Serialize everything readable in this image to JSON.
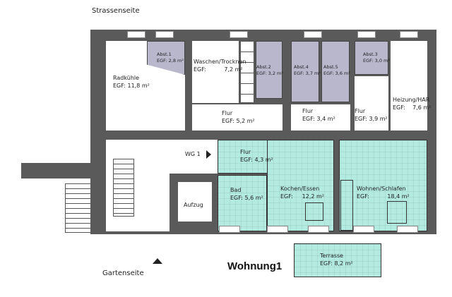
{
  "labels": {
    "street_side": "Strassenseite",
    "garden_side": "Gartenseite",
    "apartment": "Wohnung1",
    "unit_marker": "WG 1"
  },
  "rooms": [
    {
      "name": "Radkühle",
      "area": "EGF: 11,8 m²"
    },
    {
      "name": "Abst.1",
      "area": "EGF: 2,8 m²"
    },
    {
      "name": "Waschen/Trocknen",
      "area": "EGF:          7,2 m²"
    },
    {
      "name": "Abst.2",
      "area": "EGF: 3,2 m²"
    },
    {
      "name": "Flur",
      "area": "EGF: 5,2 m²"
    },
    {
      "name": "Abst.4",
      "area": "EGF: 3,7 m²"
    },
    {
      "name": "Abst.5",
      "area": "EGF: 3,6 m²"
    },
    {
      "name": "Flur",
      "area": "EGF: 3,4 m²"
    },
    {
      "name": "Abst.3",
      "area": "EGF: 3,0 m²"
    },
    {
      "name": "Flur",
      "area": "EGF: 3,9 m²"
    },
    {
      "name": "Heizung/HAR",
      "area": "EGF:    7,6 m²"
    },
    {
      "name": "Flur",
      "area": "EGF: 4,3 m²"
    },
    {
      "name": "Bad",
      "area": "EGF: 5,6 m²"
    },
    {
      "name": "Kochen/Essen",
      "area": "EGF:     12,2 m²"
    },
    {
      "name": "Wohnen/Schlafen",
      "area": "EGF:          18,4 m²"
    },
    {
      "name": "Terrasse",
      "area": "EGF: 8,2 m²"
    },
    {
      "name": "Aufzug",
      "area": ""
    }
  ],
  "colors": {
    "wall": "#5a5a5a",
    "apartment": "#b4ebe0",
    "storage": "#b9b7cc"
  }
}
